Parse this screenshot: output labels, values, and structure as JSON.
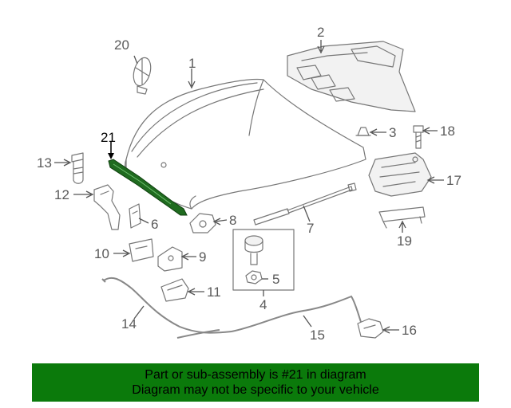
{
  "diagram": {
    "callouts": {
      "c1": "1",
      "c2": "2",
      "c3": "3",
      "c4": "4",
      "c5": "5",
      "c6": "6",
      "c7": "7",
      "c8": "8",
      "c9": "9",
      "c10": "10",
      "c11": "11",
      "c12": "12",
      "c13": "13",
      "c14": "14",
      "c15": "15",
      "c16": "16",
      "c17": "17",
      "c18": "18",
      "c19": "19",
      "c20": "20",
      "c21": "21"
    },
    "highlight_part": "21",
    "colors": {
      "highlight": "#1f6b1f",
      "banner": "#0b7a0b",
      "line": "#777777"
    }
  },
  "footer": {
    "line1": "Part or sub-assembly is #21 in diagram",
    "line2": "Diagram may not be specific to your vehicle"
  }
}
